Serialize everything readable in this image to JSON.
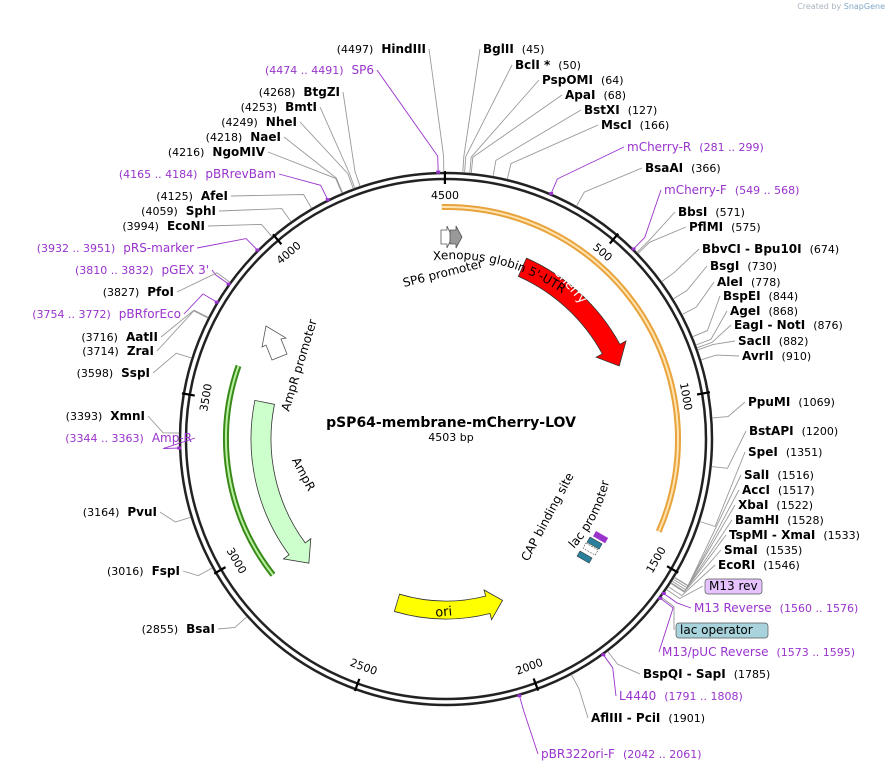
{
  "credit": {
    "prefix": "Created by",
    "brand": "SnapGene"
  },
  "plasmid": {
    "name": "pSP64-membrane-mCherry-LOV",
    "size_label": "4503 bp",
    "length": 4503
  },
  "tick_labels": [
    {
      "pos": 500,
      "label": "500"
    },
    {
      "pos": 1000,
      "label": "1000"
    },
    {
      "pos": 1500,
      "label": "1500"
    },
    {
      "pos": 2000,
      "label": "2000"
    },
    {
      "pos": 2500,
      "label": "2500"
    },
    {
      "pos": 3000,
      "label": "3000"
    },
    {
      "pos": 3500,
      "label": "3500"
    },
    {
      "pos": 4000,
      "label": "4000"
    },
    {
      "pos": 4500,
      "label": "4500"
    }
  ],
  "features": [
    {
      "name": "mCherry",
      "start": 300,
      "end": 1050,
      "color": "#ff0000"
    },
    {
      "name": "ori",
      "start": 2100,
      "end": 2500,
      "color": "#ffff00"
    },
    {
      "name": "AmpR",
      "start": 2960,
      "end": 3400,
      "color": "#ccffcc"
    }
  ],
  "sites": {
    "right": [
      {
        "label": "BglII",
        "pos_text": "(45)",
        "pos": 45
      },
      {
        "label": "BclI *",
        "pos_text": "(50)",
        "pos": 50
      },
      {
        "label": "PspOMI",
        "pos_text": "(64)",
        "pos": 64
      },
      {
        "label": "ApaI",
        "pos_text": "(68)",
        "pos": 68
      },
      {
        "label": "BstXI",
        "pos_text": "(127)",
        "pos": 127
      },
      {
        "label": "MscI",
        "pos_text": "(166)",
        "pos": 166
      },
      {
        "label": "mCherry-R",
        "pos_text": "(281 .. 299)",
        "pos": 290,
        "primer": true
      },
      {
        "label": "BsaAI",
        "pos_text": "(366)",
        "pos": 366
      },
      {
        "label": "mCherry-F",
        "pos_text": "(549 .. 568)",
        "pos": 558,
        "primer": true
      },
      {
        "label": "BbsI",
        "pos_text": "(571)",
        "pos": 571
      },
      {
        "label": "PflMI",
        "pos_text": "(575)",
        "pos": 575
      },
      {
        "label": "BbvCI - Bpu10I",
        "pos_text": "(674)",
        "pos": 674
      },
      {
        "label": "BsgI",
        "pos_text": "(730)",
        "pos": 730
      },
      {
        "label": "AleI",
        "pos_text": "(778)",
        "pos": 778
      },
      {
        "label": "BspEI",
        "pos_text": "(844)",
        "pos": 844
      },
      {
        "label": "AgeI",
        "pos_text": "(868)",
        "pos": 868
      },
      {
        "label": "EagI - NotI",
        "pos_text": "(876)",
        "pos": 876
      },
      {
        "label": "SacII",
        "pos_text": "(882)",
        "pos": 882
      },
      {
        "label": "AvrII",
        "pos_text": "(910)",
        "pos": 910
      },
      {
        "label": "PpuMI",
        "pos_text": "(1069)",
        "pos": 1069
      },
      {
        "label": "BstAPI",
        "pos_text": "(1200)",
        "pos": 1200
      },
      {
        "label": "SpeI",
        "pos_text": "(1351)",
        "pos": 1351
      },
      {
        "label": "SalI",
        "pos_text": "(1516)",
        "pos": 1516
      },
      {
        "label": "AccI",
        "pos_text": "(1517)",
        "pos": 1517
      },
      {
        "label": "XbaI",
        "pos_text": "(1522)",
        "pos": 1522
      },
      {
        "label": "BamHI",
        "pos_text": "(1528)",
        "pos": 1528
      },
      {
        "label": "TspMI - XmaI",
        "pos_text": "(1533)",
        "pos": 1533
      },
      {
        "label": "SmaI",
        "pos_text": "(1535)",
        "pos": 1535
      },
      {
        "label": "EcoRI",
        "pos_text": "(1546)",
        "pos": 1546
      },
      {
        "label": "M13 rev",
        "pos_text": "",
        "pos": 1555,
        "box": "#e6c3ff"
      },
      {
        "label": "M13 Reverse",
        "pos_text": "(1560 .. 1576)",
        "pos": 1568,
        "primer": true
      },
      {
        "label": "lac operator",
        "pos_text": "",
        "pos": 1580,
        "box": "#a9d3dc"
      },
      {
        "label": "M13/pUC Reverse",
        "pos_text": "(1573 .. 1595)",
        "pos": 1584,
        "primer": true
      },
      {
        "label": "BspQI - SapI",
        "pos_text": "(1785)",
        "pos": 1785
      },
      {
        "label": "L4440",
        "pos_text": "(1791 .. 1808)",
        "pos": 1800,
        "primer": true
      },
      {
        "label": "AflIII - PciI",
        "pos_text": "(1901)",
        "pos": 1901
      },
      {
        "label": "pBR322ori-F",
        "pos_text": "(2042 .. 2061)",
        "pos": 2052,
        "primer": true
      }
    ],
    "left": [
      {
        "label": "HindIII",
        "pos_text": "(4497)",
        "pos": 4497
      },
      {
        "label": "SP6",
        "pos_text": "(4474 .. 4491)",
        "pos": 4482,
        "primer": true
      },
      {
        "label": "BtgZI",
        "pos_text": "(4268)",
        "pos": 4268
      },
      {
        "label": "BmtI",
        "pos_text": "(4253)",
        "pos": 4253
      },
      {
        "label": "NheI",
        "pos_text": "(4249)",
        "pos": 4249
      },
      {
        "label": "NaeI",
        "pos_text": "(4218)",
        "pos": 4218
      },
      {
        "label": "NgoMIV",
        "pos_text": "(4216)",
        "pos": 4216
      },
      {
        "label": "pBRrevBam",
        "pos_text": "(4165 .. 4184)",
        "pos": 4174,
        "primer": true
      },
      {
        "label": "AfeI",
        "pos_text": "(4125)",
        "pos": 4125
      },
      {
        "label": "SphI",
        "pos_text": "(4059)",
        "pos": 4059
      },
      {
        "label": "EcoNI",
        "pos_text": "(3994)",
        "pos": 3994
      },
      {
        "label": "pRS-marker",
        "pos_text": "(3932 .. 3951)",
        "pos": 3941,
        "primer": true
      },
      {
        "label": "pGEX 3'",
        "pos_text": "(3810 .. 3832)",
        "pos": 3821,
        "primer": true
      },
      {
        "label": "PfoI",
        "pos_text": "(3827)",
        "pos": 3827
      },
      {
        "label": "pBRforEco",
        "pos_text": "(3754 .. 3772)",
        "pos": 3763,
        "primer": true
      },
      {
        "label": "AatII",
        "pos_text": "(3716)",
        "pos": 3716
      },
      {
        "label": "ZraI",
        "pos_text": "(3714)",
        "pos": 3714
      },
      {
        "label": "SspI",
        "pos_text": "(3598)",
        "pos": 3598
      },
      {
        "label": "XmnI",
        "pos_text": "(3393)",
        "pos": 3393
      },
      {
        "label": "Amp-R",
        "pos_text": "(3344 .. 3363)",
        "pos": 3353,
        "primer": true
      },
      {
        "label": "PvuI",
        "pos_text": "(3164)",
        "pos": 3164
      },
      {
        "label": "FspI",
        "pos_text": "(3016)",
        "pos": 3016
      },
      {
        "label": "BsaI",
        "pos_text": "(2855)",
        "pos": 2855
      }
    ]
  },
  "inner_labels": {
    "sp6_promoter": "SP6 promoter",
    "xenopus": "Xenopus globin 5'-UTR",
    "ampr_promoter": "AmpR promoter",
    "cap_site": "CAP binding site",
    "lac_promoter": "lac promoter"
  },
  "colors": {
    "primer": "#9933cc",
    "enzyme": "#000000",
    "leader": "#999999",
    "ring": "#222222",
    "outline": "#e8a33c"
  }
}
